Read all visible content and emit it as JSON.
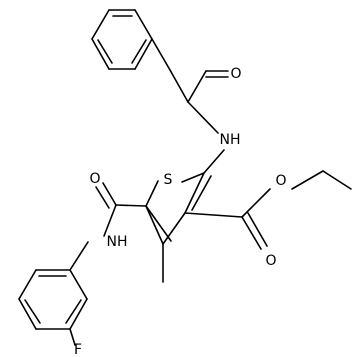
{
  "molecule": {
    "atoms": {
      "O_amide1": "O",
      "N_amide1": "NH",
      "S_ring": "S",
      "O_ester_carbonyl": "O",
      "O_ester": "O",
      "O_amide2": "O",
      "N_amide2": "NH",
      "F_aryl": "F"
    }
  }
}
